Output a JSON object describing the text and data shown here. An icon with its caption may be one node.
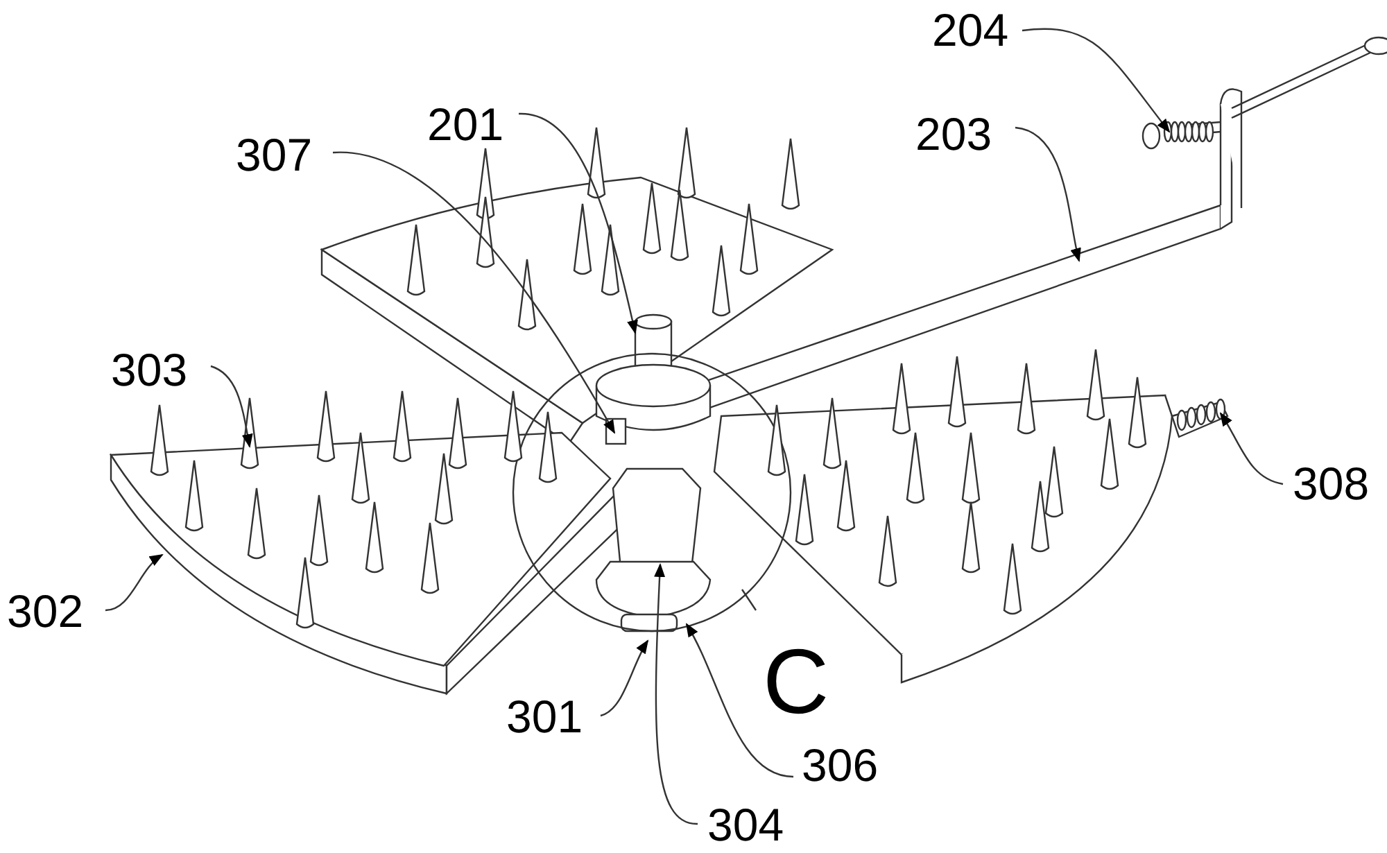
{
  "diagram": {
    "nodes": [
      {
        "text": [
          "204"
        ]
      },
      {
        "text": [
          "201"
        ]
      },
      {
        "text": [
          "203"
        ]
      },
      {
        "text": [
          "307"
        ]
      },
      {
        "text": [
          "303"
        ]
      },
      {
        "text": [
          "308"
        ]
      },
      {
        "text": [
          "302"
        ]
      },
      {
        "text": [
          "301"
        ]
      },
      {
        "text": [
          "306"
        ]
      },
      {
        "text": [
          "304"
        ]
      }
    ],
    "edges": [
      {
        "from": 0,
        "to": null,
        "arrow": "to"
      },
      {
        "from": 1,
        "to": null,
        "arrow": "to"
      },
      {
        "from": 2,
        "to": null,
        "arrow": "to"
      },
      {
        "from": 3,
        "to": null,
        "arrow": "to"
      },
      {
        "from": 4,
        "to": null,
        "arrow": "to"
      },
      {
        "from": 5,
        "to": null,
        "arrow": "to"
      },
      {
        "from": 6,
        "to": null,
        "arrow": "to"
      },
      {
        "from": 7,
        "to": null,
        "arrow": "to"
      },
      {
        "from": 8,
        "to": null,
        "arrow": "to"
      },
      {
        "from": 9,
        "to": null,
        "arrow": "to"
      }
    ],
    "labels": [
      "C"
    ]
  }
}
